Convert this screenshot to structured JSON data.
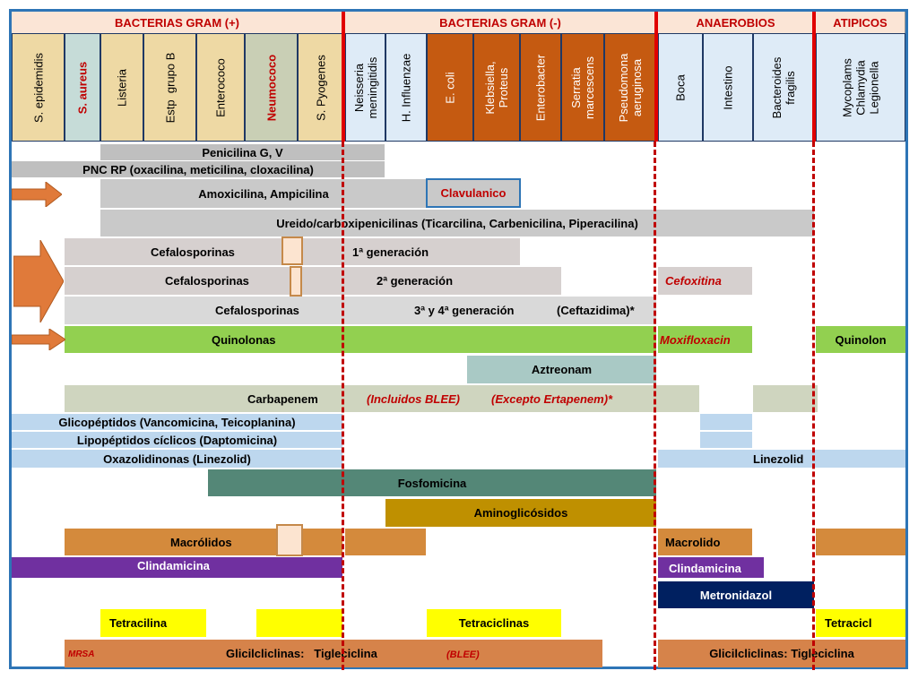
{
  "headers": {
    "gram_pos": "BACTERIAS GRAM (+)",
    "gram_neg": "BACTERIAS GRAM (-)",
    "anaerobios": "ANAEROBIOS",
    "atipicos": "ATIPICOS"
  },
  "columns": [
    "S. epidemidis",
    "S. aureus",
    "Listeria",
    "Estp  grupo B",
    "Enterococo",
    "Neumococo",
    "S. Pyogenes",
    "Neisseria\nmeningitidis",
    "H. Influenzae",
    "E. coli",
    "Klebsiella,\nProteus",
    "Enterobacter",
    "Serratia\nmarcescens",
    "Pseudomona\naeruginosa",
    "Boca",
    "Intestino",
    "Bacteroides\nfragilis",
    "Mycoplams\nChlamydia\nLegionella"
  ],
  "rows": {
    "penicilina": "Penicilina G, V",
    "pnc_rp": "PNC RP (oxacilina, meticilina, cloxacilina)",
    "amoxicilina": "Amoxicilina,  Ampicilina",
    "clavulanico": "Clavulanico",
    "ureido": "Ureido/carboxipenicilinas (Ticarcilina, Carbenicilina, Piperacilina)",
    "cef1": "Cefalosporinas",
    "cef1_gen": "1ª generación",
    "cef2": "Cefalosporinas",
    "cef2_gen": "2ª generación",
    "cefoxitina": "Cefoxitina",
    "cef3": "Cefalosporinas",
    "cef3_gen": "3ª y 4ª generación",
    "ceftazidima": "(Ceftazidima)*",
    "quinolonas": "Quinolonas",
    "moxifloxacin": "Moxifloxacin",
    "quinolon": "Quinolon",
    "aztreonam": "Aztreonam",
    "carbapenem": "Carbapenem",
    "incluidos_blee": "(Incluidos BLEE)",
    "excepto": "(Excepto Ertapenem)*",
    "glicopeptidos": "Glicopéptidos (Vancomicina, Teicoplanina)",
    "lipopeptidos": "Lipopéptidos cíclicos (Daptomicina)",
    "oxazolidinonas": "Oxazolidinonas (Linezolid)",
    "linezolid": "Linezolid",
    "fosfomicina": "Fosfomicina",
    "aminoglicosidos": "Aminoglicósidos",
    "macrolidos": "Macrólidos",
    "macrolido": "Macrolido",
    "clindamicina": "Clindamicina",
    "clindamicina2": "Clindamicina",
    "metronidazol": "Metronidazol",
    "tetracilina": "Tetracilina",
    "tetraciclinas": "Tetraciclinas",
    "tetracicl": "Tetracicl",
    "mrsa": "MRSA",
    "glicil1": "Glicilcliclinas:   Tigleciclina",
    "blee": "(BLEE)",
    "glicil2": "Glicilcliclinas: Tigleciclina"
  },
  "colors": {
    "frame": "#2e75b6",
    "header_bg": "#fbe5d6",
    "header_text": "#c00000",
    "tan": "#eed9a4",
    "pale_blue": "#deebf7",
    "rust": "#c55a11",
    "grey": "#bfbfbf",
    "dark_grey": "#d0cece",
    "quinolonas": "#92d050",
    "aztreonam": "#a9c9c5",
    "carbapenem": "#cfd5bf",
    "light_blue": "#bdd7ee",
    "fosfomicina": "#548777",
    "aminoglicosidos": "#bf9000",
    "macrolidos": "#d48a3c",
    "clindamicina": "#7030a0",
    "metronidazol": "#002060",
    "tetra": "#ffff00",
    "glicil": "#d6834a",
    "arrow": "#e07a3a",
    "dash": "#c00000"
  }
}
